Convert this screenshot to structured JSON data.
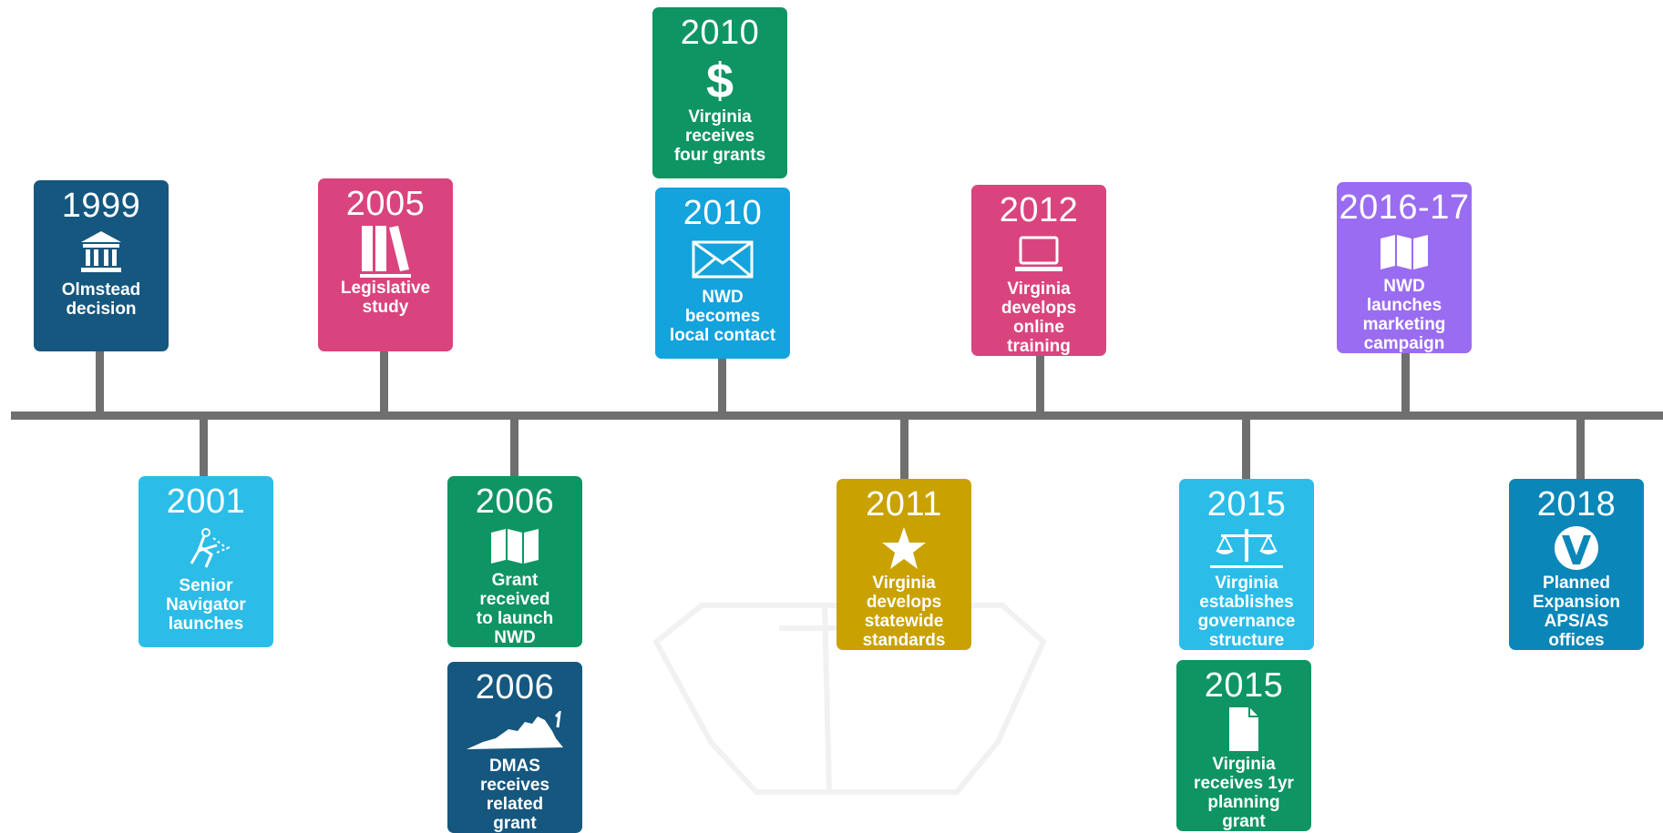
{
  "events": [
    {
      "id": "1999",
      "year": "1999",
      "icon": "building-icon",
      "lines": [
        "Olmstead",
        "decision"
      ],
      "color": "#15577f"
    },
    {
      "id": "2001",
      "year": "2001",
      "icon": "navigator-icon",
      "lines": [
        "Senior",
        "Navigator",
        "launches"
      ],
      "color": "#2bbde8"
    },
    {
      "id": "2005",
      "year": "2005",
      "icon": "books-icon",
      "lines": [
        "Legislative",
        "study"
      ],
      "color": "#d9447e"
    },
    {
      "id": "2006a",
      "year": "2006",
      "icon": "map-icon",
      "lines": [
        "Grant",
        "received",
        "to launch",
        "NWD"
      ],
      "color": "#0e9563"
    },
    {
      "id": "2006b",
      "year": "2006",
      "icon": "virginia-icon",
      "lines": [
        "DMAS",
        "receives",
        "related",
        "grant"
      ],
      "color": "#15577f"
    },
    {
      "id": "2010a",
      "year": "2010",
      "icon": "dollar-icon",
      "lines": [
        "Virginia",
        "receives",
        "four grants"
      ],
      "color": "#0e9563"
    },
    {
      "id": "2010b",
      "year": "2010",
      "icon": "envelope-icon",
      "lines": [
        "NWD",
        "becomes",
        "local contact"
      ],
      "color": "#13a3dd"
    },
    {
      "id": "2011",
      "year": "2011",
      "icon": "star-icon",
      "lines": [
        "Virginia",
        "develops",
        "statewide",
        "standards"
      ],
      "color": "#c9a100"
    },
    {
      "id": "2012",
      "year": "2012",
      "icon": "laptop-icon",
      "lines": [
        "Virginia",
        "develops",
        "online",
        "training"
      ],
      "color": "#d9447e"
    },
    {
      "id": "2015a",
      "year": "2015",
      "icon": "scales-icon",
      "lines": [
        "Virginia",
        "establishes",
        "governance",
        "structure"
      ],
      "color": "#2bbde8"
    },
    {
      "id": "2015b",
      "year": "2015",
      "icon": "document-icon",
      "lines": [
        "Virginia",
        "receives  1yr",
        "planning",
        "grant"
      ],
      "color": "#0e9563"
    },
    {
      "id": "2016-17",
      "year": "2016-17",
      "icon": "map-icon",
      "lines": [
        "NWD",
        "launches",
        "marketing",
        "campaign"
      ],
      "color": "#9a6cf1"
    },
    {
      "id": "2018",
      "year": "2018",
      "icon": "v-logo-icon",
      "lines": [
        "Planned",
        "Expansion",
        "APS/AS",
        "offices"
      ],
      "color": "#0a86b8"
    }
  ]
}
